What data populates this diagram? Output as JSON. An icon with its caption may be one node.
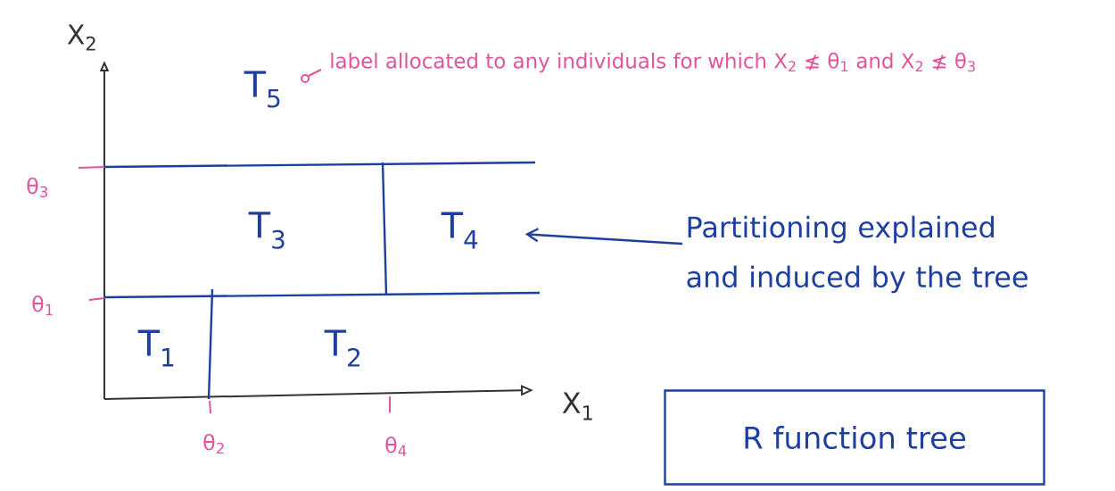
{
  "diagram": {
    "nodes": [
      {
        "text": [
          "T$_{1}$"
        ]
      },
      {
        "text": [
          "T$_{2}$"
        ]
      },
      {
        "text": [
          "T$_{3}$"
        ]
      },
      {
        "text": [
          "T$_{4}$"
        ]
      },
      {
        "text": [
          "Partitioning explained and induced by the tree"
        ]
      },
      {
        "text": [
          "R function tree"
        ]
      }
    ],
    "edges": [
      {
        "from": 4,
        "to": 3,
        "arrow": "to"
      }
    ],
    "labels": [
      "X$_{2}$",
      "T$_{5}$",
      "label allocated to any individuals for which X$_{2}$ ≰ θ$_{1}$ and X$_{2}$ ≰ θ$_{3}$",
      "θ$_{3}$",
      "θ$_{1}$",
      "X$_{1}$",
      "θ$_{2}$",
      "θ$_{4}$"
    ]
  }
}
